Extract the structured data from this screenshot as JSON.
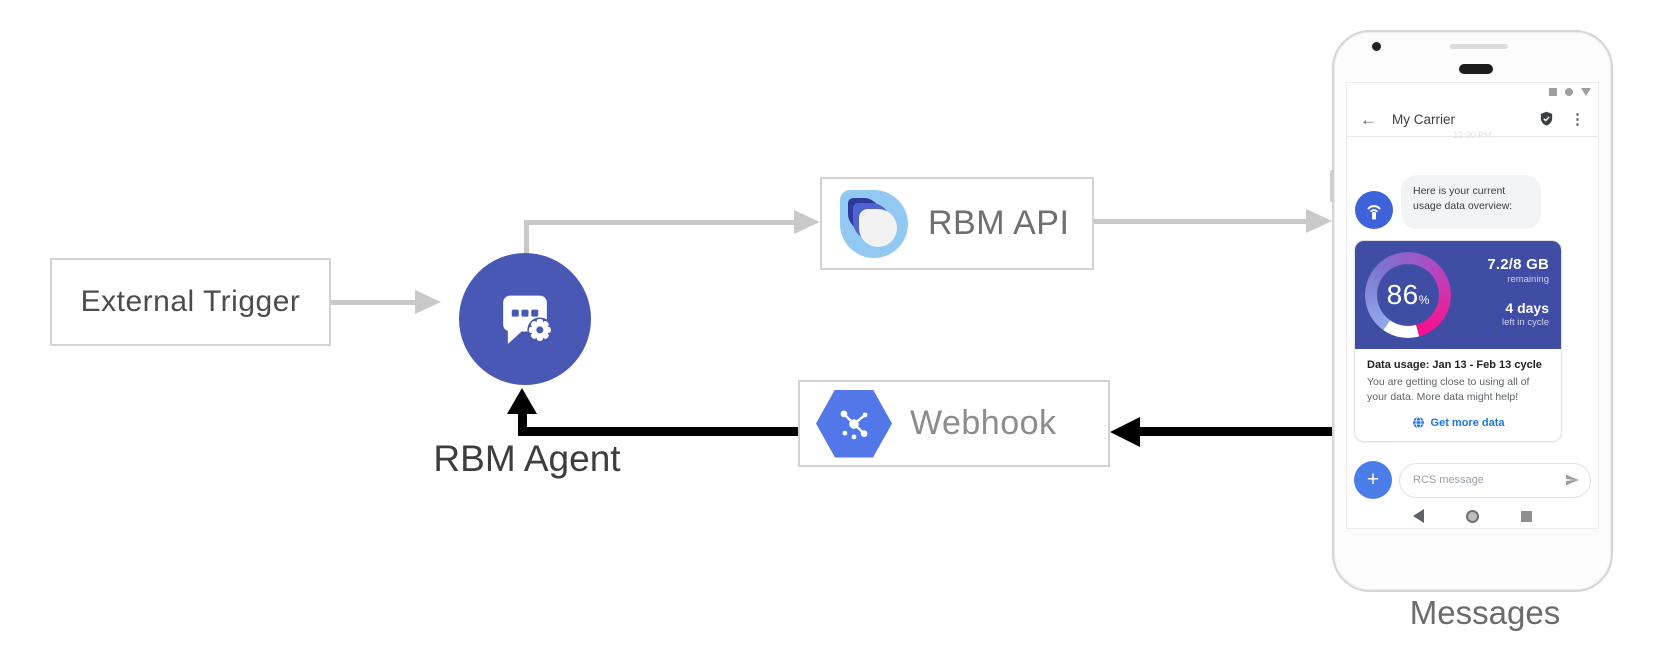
{
  "diagram": {
    "nodes": {
      "external_trigger": "External Trigger",
      "rbm_agent": "RBM Agent",
      "rbm_api": "RBM API",
      "webhook": "Webhook"
    },
    "phone_caption": "Messages"
  },
  "phone": {
    "header": {
      "title": "My Carrier"
    },
    "timestamp": "12:30 PM",
    "agent_message": "Here is your current usage data overview:",
    "usage_card": {
      "gauge_percent": "86",
      "gauge_percent_unit": "%",
      "remaining_value": "7.2/8 GB",
      "remaining_label": "remaining",
      "cycle_value": "4 days",
      "cycle_label": "left in cycle",
      "title": "Data usage: Jan 13 - Feb 13 cycle",
      "body": "You are getting close to using all of your data. More data might help!",
      "action_label": "Get more data"
    },
    "compose": {
      "placeholder": "RCS message",
      "add_label": "+"
    }
  },
  "icons": {
    "back_arrow": "←",
    "overflow_menu": "⋮"
  },
  "colors": {
    "agent_circle": "#4a58b5",
    "usage_card_bg": "#3f4da5",
    "gauge_pink": "#f50f8e",
    "gauge_blue": "#95aaec",
    "link_blue": "#1a73e8",
    "webhook_hexagon": "#5277e8",
    "avatar_blue": "#3d62d9",
    "rcs_logo_light_blue": "#92c9f3",
    "arrow_gray": "#c9c9c9",
    "arrow_black": "#000000"
  }
}
